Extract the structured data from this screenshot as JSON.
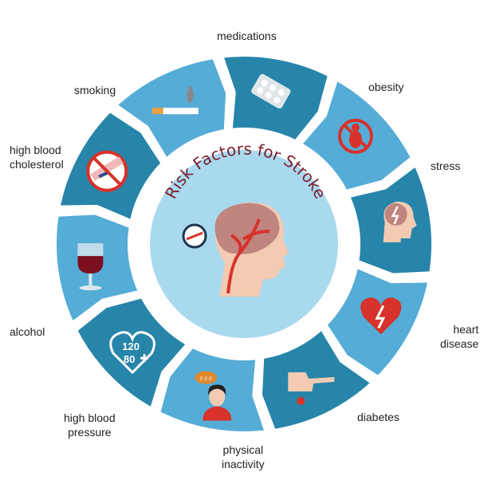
{
  "title": "Risk Factors for Stroke",
  "colors": {
    "dark": "#2785a9",
    "light": "#55acd6",
    "center": "#a9d9ee",
    "title": "#7d1d2c",
    "red": "#d7322b",
    "skin": "#f3cbb3",
    "brain": "#c0857f"
  },
  "factors": [
    {
      "label": "medications",
      "icon": "pill-blister-icon"
    },
    {
      "label": "obesity",
      "icon": "no-obesity-icon"
    },
    {
      "label": "stress",
      "icon": "stressed-head-icon"
    },
    {
      "label": "heart\ndisease",
      "icon": "heart-lightning-icon"
    },
    {
      "label": "diabetes",
      "icon": "finger-blood-drop-icon"
    },
    {
      "label": "physical\ninactivity",
      "icon": "sleeping-person-icon",
      "bubble": "z-z-z"
    },
    {
      "label": "high blood\npressure",
      "icon": "blood-pressure-heart-icon",
      "bp_top": "120",
      "bp_bottom": "80"
    },
    {
      "label": "alcohol",
      "icon": "wine-glass-icon"
    },
    {
      "label": "high blood\ncholesterol",
      "icon": "no-cholesterol-icon"
    },
    {
      "label": "smoking",
      "icon": "cigarette-icon"
    }
  ]
}
